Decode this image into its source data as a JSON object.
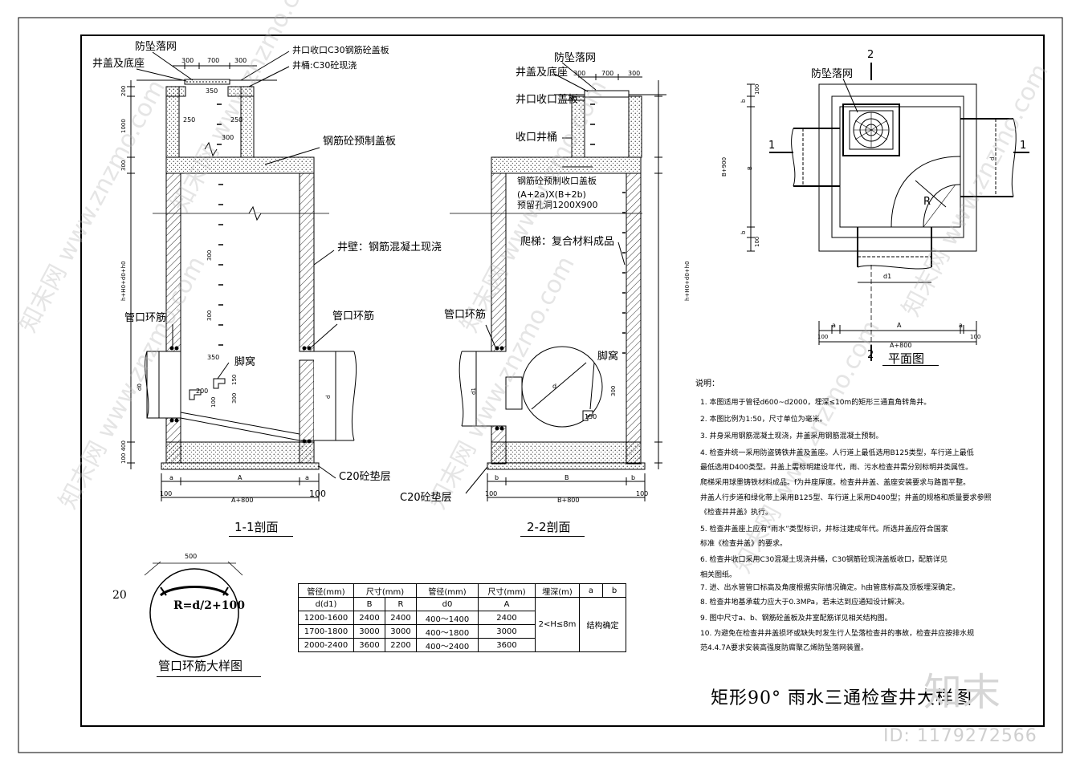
{
  "title": "矩形90° 雨水三通检查井大样图",
  "sections": {
    "s11": "1-1剖面",
    "s22": "2-2剖面",
    "plan": "平面图",
    "ring": "管口环筋大样图"
  },
  "labels": {
    "fall_net": "防坠落网",
    "cover_base": "井盖及底座",
    "cover_slab": "井口收口C30钢筋砼盖板",
    "barrel": "井桶:C30砼现浇",
    "precast_slab": "钢筋砼预制盖板",
    "wall": "井壁：钢筋混凝土现浇",
    "pipe_ring_left": "管口环筋",
    "pipe_ring_right": "管口环筋",
    "foothole": "脚窝",
    "cushion": "C20砼垫层",
    "fall_net_2": "防坠落网",
    "cover_base_2": "井盖及底座",
    "mouth_slab_2": "井口收口盖板",
    "mouth_barrel_2": "收口井桶",
    "precast_mouth_slab": "钢筋砼预制收口盖板",
    "opening_size": "(A+2a)X(B+2b)",
    "opening_hole": "预留孔洞1200X900",
    "ladder": "爬梯：复合材料成品",
    "pipe_ring_2": "管口环筋",
    "foothole_2": "脚窝",
    "cushion_2": "C20砼垫层",
    "fall_net_plan": "防坠落网",
    "ring_formula": "R=d/2+100",
    "ring_bar": "20",
    "ring_width": "500"
  },
  "dims": {
    "top300a": "300",
    "top700": "700",
    "top300b": "300",
    "d350": "350",
    "d250a": "250",
    "d250b": "250",
    "d300": "300",
    "v200": "200",
    "v1000": "1000",
    "v300": "300",
    "v_total": "h+H0+d0+h0",
    "v100_400": "100 400",
    "s300a": "300",
    "s300b": "300",
    "s350": "350",
    "s150": "150",
    "s200": "200",
    "s300c": "300",
    "s100": "100",
    "d0": "d0",
    "d": "d",
    "a_left": "a",
    "a_right": "a",
    "A": "A",
    "A800": "A+800",
    "b100l": "100",
    "b100r": "100",
    "t300a": "300",
    "t700": "700",
    "t300b": "300",
    "v_total_2": "h+H0+d0+h0",
    "d1": "d1",
    "d_circ": "d",
    "v300_2": "300",
    "v150": "150",
    "b_left": "b",
    "b_right": "b",
    "B": "B",
    "B800": "B+800",
    "c100l": "100",
    "c100r": "100",
    "p_b_top": "b",
    "p_B": "B",
    "p_b_bot": "b",
    "p_B900": "B+900",
    "p_100a": "100",
    "p_100b": "100",
    "p_a_l": "a",
    "p_A": "A",
    "p_a_r": "a",
    "p_A800": "A+800",
    "p_100c": "100",
    "p_100d": "100",
    "p_d": "d",
    "p_d1": "d1",
    "p_R": "R",
    "cut1": "1",
    "cut1b": "1",
    "cut2": "2",
    "cut2b": "2"
  },
  "notes_header": "说明：",
  "notes": [
    "1. 本图适用于管径d600~d2000，埋深≤10m的矩形三通直角转角井。",
    "2. 本图比例为1:50，尺寸单位为毫米。",
    "3. 井身采用钢筋混凝土现浇，井盖采用钢筋混凝土预制。",
    "4. 检查井统一采用防盗铸铁井盖及盖座。人行道上最低选用B125类型，车行道上最低",
    "   最低选用D400类型。井盖上需标明建设年代，雨、污水检查井需分别标明井类属性。",
    "   爬梯采用球墨铸铁材料成品。f为井座厚度。检查井井盖、盖座安装要求与路面平整。",
    "   井盖人行步道和绿化带上采用B125型、车行道上采用D400型；井盖的规格和质量要求参照",
    "   《检查井井盖》执行。",
    "5. 检查井盖座上应有“雨水”类型标识，并标注建成年代。所选井盖应符合国家",
    "   标准《检查井盖》的要求。",
    "6. 检查井收口采用C30混凝土现浇井桶，C30钢筋砼现浇盖板收口，配筋详见",
    "   相关图纸。",
    "7. 进、出水管管口标高及角度根据实际情况确定。h由管底标高及顶板埋深确定。",
    "8. 检查井地基承载力应大于0.3MPa，若未达到应通知设计解决。",
    "9. 图中尺寸a、b、钢筋砼盖板及井室配筋详见相关结构图。",
    "10. 为避免在检查井井盖损坏或缺失时发生行人坠落检查井的事故，检查井应按排水规",
    "   范4.4.7A要求安装高强度防腐聚乙烯防坠落网装置。"
  ],
  "table": {
    "h1": [
      "管径(mm)",
      "尺寸(mm)",
      "",
      "管径(mm)",
      "尺寸(mm)",
      "埋深(m)",
      "a",
      "b"
    ],
    "h2": [
      "d(d1)",
      "B",
      "R",
      "d0",
      "A"
    ],
    "rows": [
      [
        "1200-1600",
        "2400",
        "2400",
        "400～1400",
        "2400"
      ],
      [
        "1700-1800",
        "3000",
        "3000",
        "400～1800",
        "3000"
      ],
      [
        "2000-2400",
        "3600",
        "2200",
        "400～2400",
        "3600"
      ]
    ],
    "depth": "2<H≤8m",
    "ab": "结构确定"
  },
  "watermark": "知末网 www.znzmo.com",
  "brand_id": "ID: 1179272566",
  "brand_logo": "知末"
}
